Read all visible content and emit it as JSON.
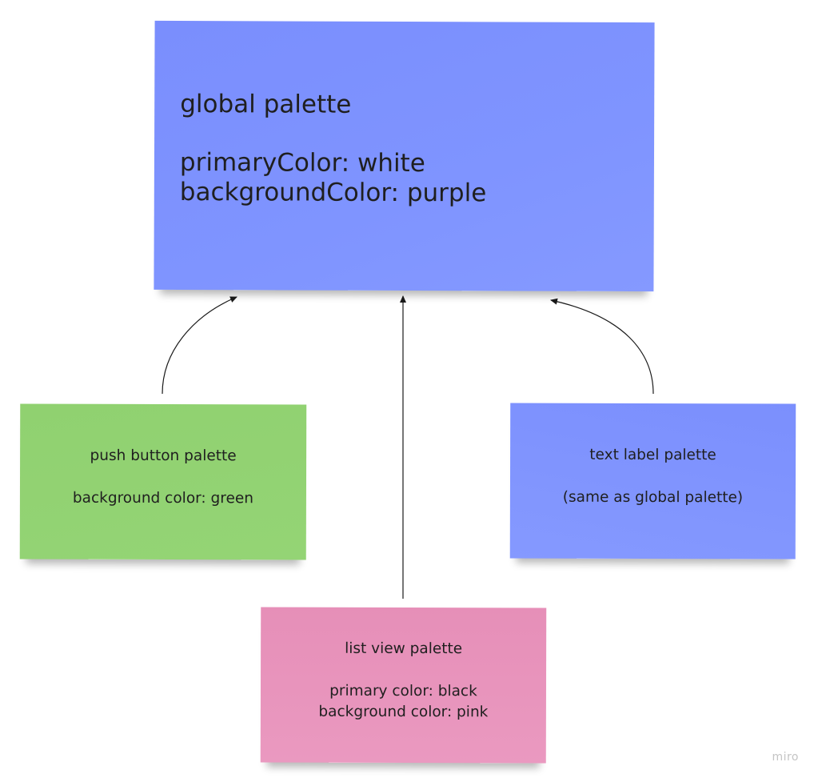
{
  "board": {
    "notes": {
      "global": {
        "title": "global palette",
        "line1": "primaryColor: white",
        "line2": "backgroundColor: purple",
        "color": "#7f94ff"
      },
      "push_button": {
        "title": "push button palette",
        "line1": "background color: green",
        "color": "#92d272"
      },
      "text_label": {
        "title": "text label palette",
        "line1": "(same as global palette)",
        "color": "#7f94ff"
      },
      "list_view": {
        "title": "list view palette",
        "line1": "primary color: black",
        "line2": "background color: pink",
        "color": "#e893bb"
      }
    },
    "connectors": [
      {
        "from": "push_button",
        "to": "global"
      },
      {
        "from": "list_view",
        "to": "global"
      },
      {
        "from": "text_label",
        "to": "global"
      }
    ]
  },
  "watermark": "miro"
}
